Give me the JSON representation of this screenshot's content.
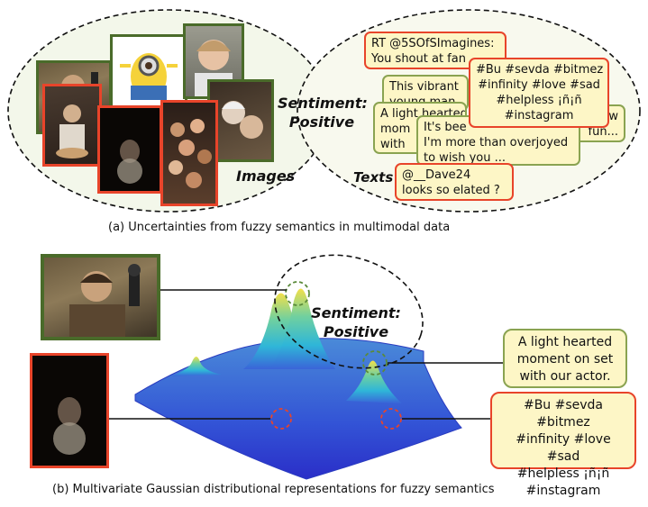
{
  "panel_a": {
    "sentiment_line1": "Sentiment:",
    "sentiment_line2": "Positive",
    "images_label": "Images",
    "texts_label": "Texts",
    "text_boxes": [
      {
        "lines": [
          "RT @5SOfSImagines:",
          "You shout at fan"
        ]
      },
      {
        "lines": [
          "This vibrant",
          "young man"
        ]
      },
      {
        "lines": [
          "A light hearted",
          "mom",
          "with"
        ]
      },
      {
        "lines": [
          "It's bee",
          "I'm more than overjoyed",
          "to wish you ..."
        ]
      },
      {
        "lines": [
          "ow",
          "fun..."
        ]
      },
      {
        "lines": [
          "#Bu #sevda #bitmez",
          "#infinity #love #sad",
          "#helpless ¡ñ¡ñ",
          "#instagram"
        ]
      },
      {
        "lines": [
          "@__Dave24",
          "looks so elated ?"
        ]
      }
    ],
    "caption": "(a) Uncertainties from fuzzy semantics in multimodal data"
  },
  "panel_b": {
    "sentiment_line1": "Sentiment:",
    "sentiment_line2": "Positive",
    "green_box_lines": [
      "A light hearted",
      "moment on set",
      "with our actor."
    ],
    "red_box_lines": [
      "#Bu #sevda #bitmez",
      "#infinity #love #sad",
      "#helpless ¡ñ¡ñ",
      "#instagram"
    ],
    "caption": "(b) Multivariate Gaussian distributional representations for fuzzy semantics"
  },
  "colors": {
    "green_border": "#4a6b2a",
    "red_border": "#e8442a",
    "box_fill": "#fdf6c6",
    "ellipse_fill": "#f3f7ea"
  }
}
